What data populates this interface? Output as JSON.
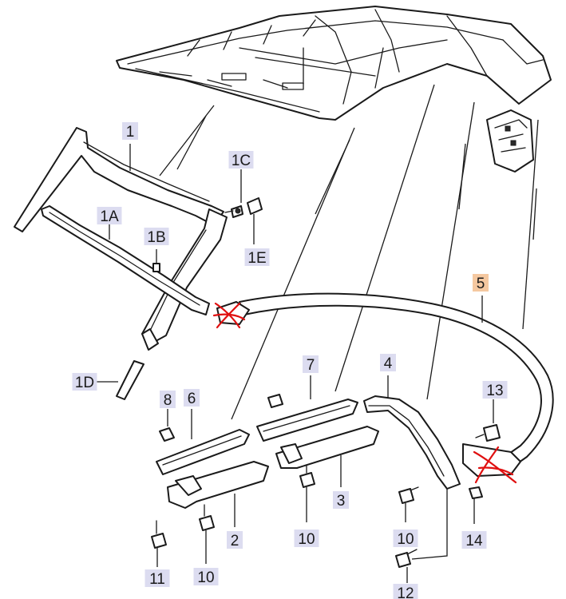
{
  "colors": {
    "callout_bg": "#dcdcf0",
    "callout_highlight_bg": "#f5c8a0",
    "ink": "#1a1a1a",
    "annotation_red": "#e01010"
  },
  "callouts": [
    {
      "id": "1",
      "label": "1",
      "highlight": false
    },
    {
      "id": "1A",
      "label": "1A",
      "highlight": false
    },
    {
      "id": "1B",
      "label": "1B",
      "highlight": false
    },
    {
      "id": "1C",
      "label": "1C",
      "highlight": false
    },
    {
      "id": "1D",
      "label": "1D",
      "highlight": false
    },
    {
      "id": "1E",
      "label": "1E",
      "highlight": false
    },
    {
      "id": "2",
      "label": "2",
      "highlight": false
    },
    {
      "id": "3",
      "label": "3",
      "highlight": false
    },
    {
      "id": "4",
      "label": "4",
      "highlight": false
    },
    {
      "id": "5",
      "label": "5",
      "highlight": true
    },
    {
      "id": "6",
      "label": "6",
      "highlight": false
    },
    {
      "id": "7",
      "label": "7",
      "highlight": false
    },
    {
      "id": "8",
      "label": "8",
      "highlight": false
    },
    {
      "id": "10a",
      "label": "10",
      "highlight": false
    },
    {
      "id": "10b",
      "label": "10",
      "highlight": false
    },
    {
      "id": "10c",
      "label": "10",
      "highlight": false
    },
    {
      "id": "11",
      "label": "11",
      "highlight": false
    },
    {
      "id": "12",
      "label": "12",
      "highlight": false
    },
    {
      "id": "13",
      "label": "13",
      "highlight": false
    },
    {
      "id": "14",
      "label": "14",
      "highlight": false
    }
  ],
  "annotations": [
    {
      "id": "red-x-left",
      "description": "red cross mark on part 5 left clip"
    },
    {
      "id": "red-x-right",
      "description": "red cross mark on part 5 right bracket"
    }
  ]
}
